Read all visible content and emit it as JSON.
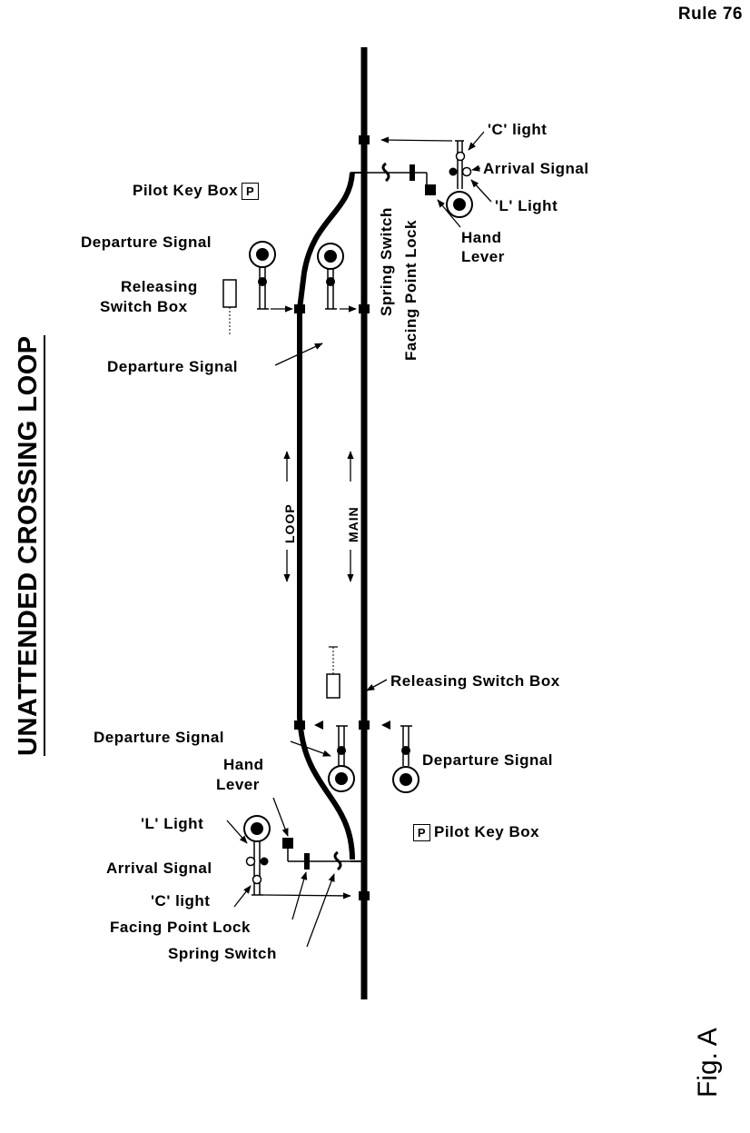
{
  "rule": "Rule 76",
  "title": "UNATTENDED CROSSING LOOP",
  "figure": "Fig. A",
  "track_labels": {
    "loop": "LOOP",
    "main": "MAIN"
  },
  "top": {
    "c_light": "'C' light",
    "arrival_signal": "Arrival Signal",
    "l_light": "'L' Light",
    "hand_lever": [
      "Hand",
      "Lever"
    ],
    "pilot_key_box": "Pilot Key Box",
    "pilot_key_box_symbol": "P",
    "departure_signal_1": "Departure Signal",
    "releasing_switch_box": [
      "Releasing",
      "Switch Box"
    ],
    "departure_signal_2": "Departure Signal",
    "spring_switch": "Spring Switch",
    "facing_point_lock": "Facing Point Lock"
  },
  "bottom": {
    "releasing_switch_box": "Releasing Switch Box",
    "departure_signal_left": "Departure Signal",
    "departure_signal_right": "Departure Signal",
    "hand_lever": [
      "Hand",
      "Lever"
    ],
    "l_light": "'L' Light",
    "arrival_signal": "Arrival Signal",
    "c_light": "'C' light",
    "facing_point_lock": "Facing Point Lock",
    "spring_switch": "Spring Switch",
    "pilot_key_box": "Pilot Key Box",
    "pilot_key_box_symbol": "P"
  }
}
